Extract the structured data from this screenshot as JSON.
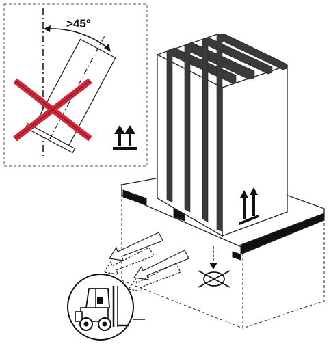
{
  "inset": {
    "angle_label": ">45°",
    "cross_color": "#d0283a",
    "icons": [
      "tilted-crate-icon",
      "this-way-up-icon"
    ]
  },
  "crate": {
    "icons": [
      "this-way-up-icon",
      "strap-band"
    ],
    "strap_count": 4
  },
  "pallet": {
    "icons": [
      "center-of-gravity-icon",
      "fork-entry-arrow-icon"
    ]
  },
  "forklift": {
    "icons": [
      "forklift-icon"
    ]
  }
}
